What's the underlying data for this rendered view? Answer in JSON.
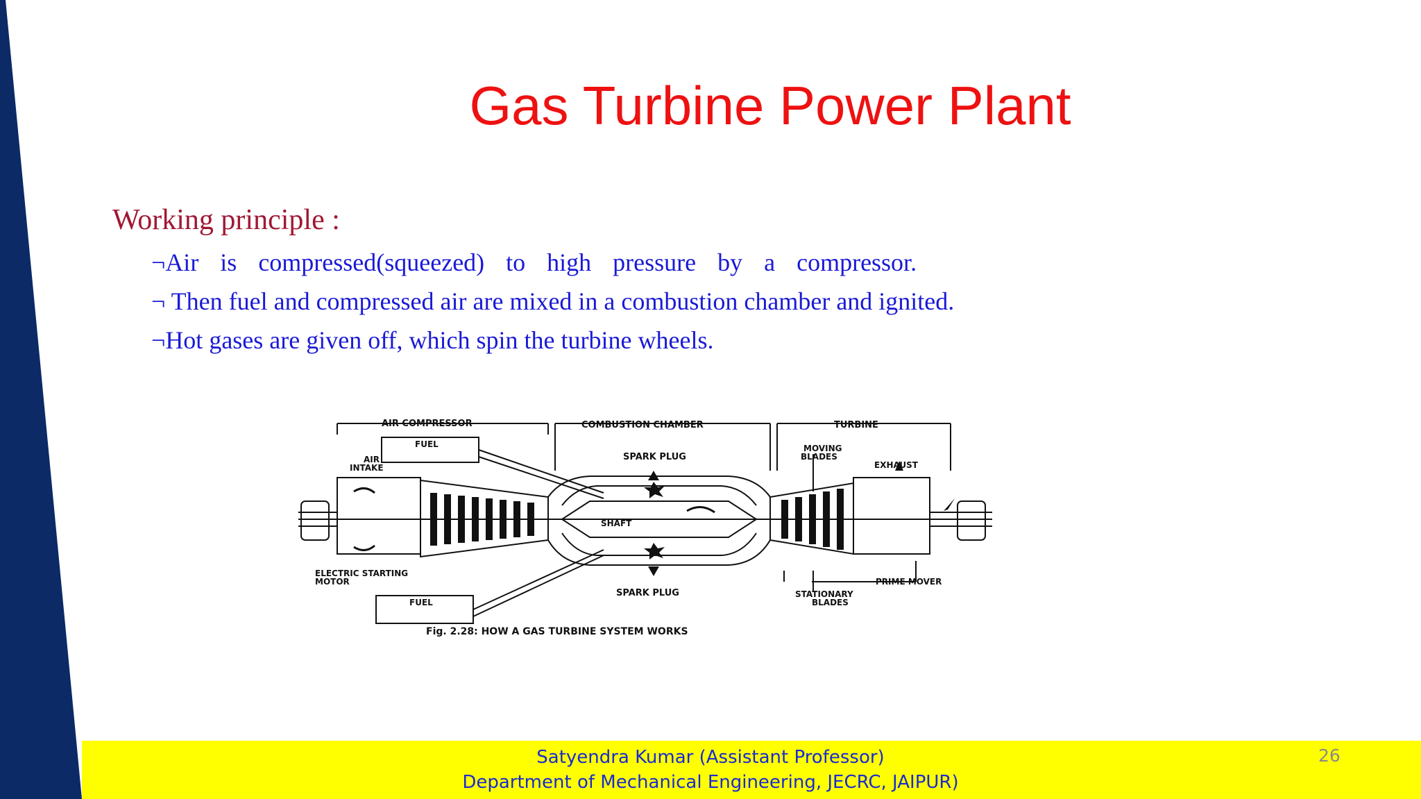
{
  "slide": {
    "title": "Gas Turbine Power Plant",
    "heading": "Working principle :",
    "bullets": [
      "Air is compressed(squeezed) to high pressure by a compressor.",
      " Then fuel and compressed air are mixed in a combustion  chamber and ignited.",
      "Hot gases are given off, which spin the turbine wheels."
    ],
    "bullet_marker": "¬"
  },
  "figure": {
    "labels": {
      "air_compressor": "AIR COMPRESSOR",
      "combustion_chamber": "COMBUSTION CHAMBER",
      "turbine": "TURBINE",
      "fuel_top": "FUEL",
      "air_intake_1": "AIR",
      "air_intake_2": "INTAKE",
      "spark_plug_top": "SPARK PLUG",
      "moving_blades_1": "MOVING",
      "moving_blades_2": "BLADES",
      "exhaust": "EXHAUST",
      "shaft": "SHAFT",
      "electric_motor_1": "ELECTRIC STARTING",
      "electric_motor_2": "MOTOR",
      "fuel_bottom": "FUEL",
      "spark_plug_bottom": "SPARK PLUG",
      "stationary_blades_1": "STATIONARY",
      "stationary_blades_2": "BLADES",
      "prime_mover": "PRIME MOVER"
    },
    "caption": "Fig. 2.28: HOW A GAS TURBINE SYSTEM WORKS"
  },
  "footer": {
    "author": "Satyendra Kumar (Assistant Professor)",
    "department": "Department of Mechanical Engineering, JECRC, JAIPUR)",
    "page_number": "26"
  },
  "colors": {
    "title": "#ee1111",
    "heading": "#a01833",
    "bullets": "#1a1ad6",
    "side_bar": "#0b2a66",
    "footer_band": "#ffff00",
    "footer_text": "#1a2bd1"
  }
}
